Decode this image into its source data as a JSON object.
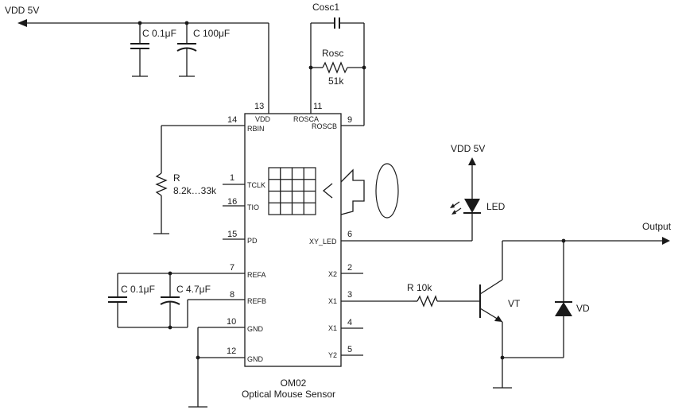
{
  "supply": {
    "vdd_left": "VDD 5V",
    "vdd_led": "VDD 5V"
  },
  "caps_top": {
    "c1": "C 0.1μF",
    "c2": "C 100μF"
  },
  "osc": {
    "cosc": "Cosc1",
    "rosc": "Rosc",
    "rosc_value": "51k"
  },
  "r_rbin": {
    "name": "R",
    "value": "8.2k…33k"
  },
  "caps_ref": {
    "c1": "C 0.1μF",
    "c2": "C 4.7μF"
  },
  "chip": {
    "name": "OM02",
    "description": "Optical Mouse Sensor",
    "top_pins": [
      {
        "num": "13",
        "label": "VDD"
      },
      {
        "num": "11",
        "label": "ROSCA"
      },
      {
        "num": "9",
        "label": "ROSCB"
      }
    ],
    "left_pins": [
      {
        "num": "14",
        "label": "RBIN"
      },
      {
        "num": "1",
        "label": "TCLK"
      },
      {
        "num": "16",
        "label": "TIO"
      },
      {
        "num": "15",
        "label": "PD"
      },
      {
        "num": "7",
        "label": "REFA"
      },
      {
        "num": "8",
        "label": "REFB"
      },
      {
        "num": "10",
        "label": "GND"
      },
      {
        "num": "12",
        "label": "GND"
      }
    ],
    "right_pins": [
      {
        "num": "6",
        "label": "XY_LED"
      },
      {
        "num": "2",
        "label": "X2"
      },
      {
        "num": "3",
        "label": "X1"
      },
      {
        "num": "4",
        "label": "X1"
      },
      {
        "num": "5",
        "label": "Y2"
      }
    ]
  },
  "led": {
    "label": "LED"
  },
  "out": {
    "r": "R 10k",
    "vt": "VT",
    "vd": "VD",
    "output": "Output"
  }
}
